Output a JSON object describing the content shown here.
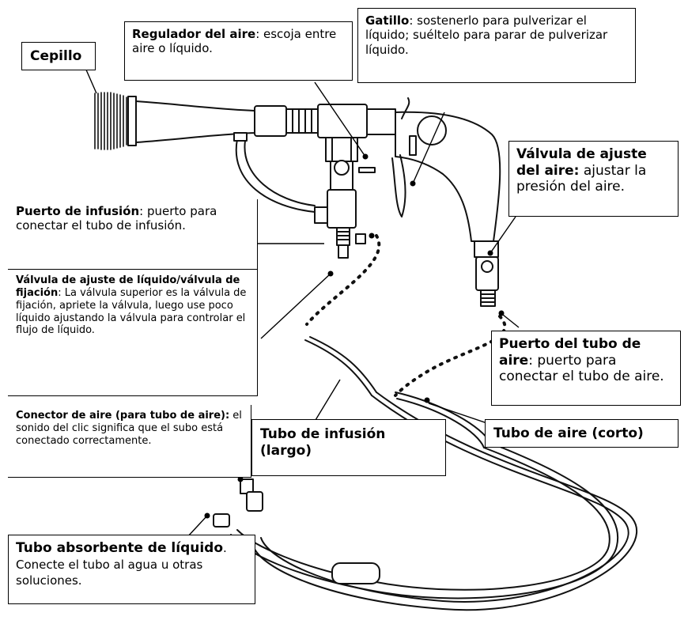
{
  "labels": {
    "cepillo": {
      "title": "Cepillo",
      "text": ""
    },
    "regulador": {
      "title": "Regulador del aire",
      "text": ": escoja entre aire o líquido."
    },
    "gatillo": {
      "title": "Gatillo",
      "text": ": sostenerlo para pulverizar el líquido; suéltelo para parar de pulverizar líquido."
    },
    "valvula_aire": {
      "title": "Válvula de ajuste del aire:",
      "text": " ajustar la presión del aire."
    },
    "puerto_infusion": {
      "title": "Puerto de infusión",
      "text": ": puerto para conectar el tubo de infusión."
    },
    "valvula_liquido": {
      "title": "Válvula de ajuste de líquido/válvula de fijación",
      "text": ": La válvula superior es la válvula de fijación, apriete la válvula, luego use poco líquido ajustando la válvula para controlar el flujo de líquido."
    },
    "puerto_tubo_aire": {
      "title": "Puerto del tubo de aire",
      "text": ": puerto para conectar el tubo de aire."
    },
    "conector_aire": {
      "title": "Conector de aire (para tubo de aire):",
      "text": " el sonido del clic significa que el subo está conectado correctamente."
    },
    "tubo_infusion": {
      "title": "Tubo de infusión (largo)",
      "text": ""
    },
    "tubo_aire_corto": {
      "title": "Tubo de aire (corto)",
      "text": ""
    },
    "tubo_absorbente": {
      "title": "Tubo absorbente de líquido",
      "text": ". Conecte el tubo al agua u otras soluciones."
    }
  }
}
